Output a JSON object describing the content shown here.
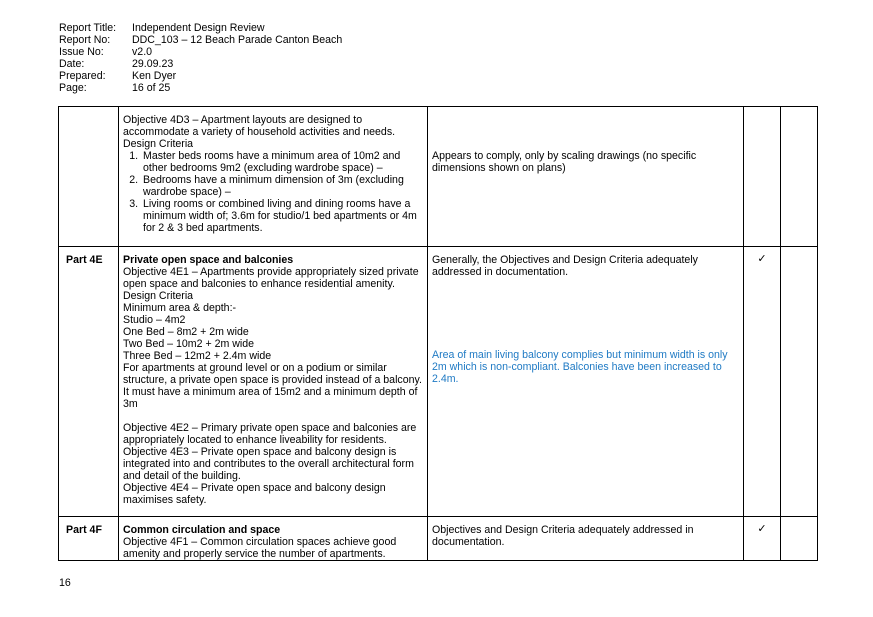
{
  "header": {
    "fields": [
      {
        "label": "Report Title:",
        "value": "Independent Design Review"
      },
      {
        "label": "Report No:",
        "value": "DDC_103 – 12 Beach Parade Canton Beach"
      },
      {
        "label": "Issue No:",
        "value": "v2.0"
      },
      {
        "label": "Date:",
        "value": "29.09.23"
      },
      {
        "label": "Prepared:",
        "value": "Ken Dyer"
      },
      {
        "label": "Page:",
        "value": "16 of 25"
      }
    ]
  },
  "rows": {
    "r1": {
      "part": "",
      "objective": "Objective 4D3 – Apartment layouts are designed to accommodate a variety of household activities and needs.",
      "criteria_heading": "Design Criteria",
      "criteria": [
        "Master beds rooms have a minimum area of 10m2 and other bedrooms 9m2 (excluding wardrobe space) –",
        "Bedrooms have a minimum dimension of 3m (excluding wardrobe space) –",
        "Living rooms or combined living and dining rooms have a minimum width of; 3.6m for studio/1 bed apartments or 4m for 2 & 3 bed apartments."
      ],
      "comment": "Appears to comply, only by scaling drawings (no specific dimensions shown on plans)",
      "tick": ""
    },
    "r2": {
      "part": "Part 4E",
      "title": "Private open space and balconies",
      "objective1": "Objective 4E1 – Apartments provide appropriately sized private open space and balconies to enhance residential amenity.",
      "criteria_heading": "Design Criteria",
      "min_area": "Minimum area & depth:-",
      "studio": "Studio – 4m2",
      "one_bed": "One Bed – 8m2 + 2m wide",
      "two_bed": "Two Bed – 10m2 + 2m wide",
      "three_bed": "Three Bed – 12m2 + 2.4m wide",
      "ground": "For apartments at ground level or on a podium or similar structure, a private open space is provided instead of a balcony. It must have a minimum area of 15m2 and a minimum depth of 3m",
      "objective2": "Objective 4E2 – Primary private open space and balconies are appropriately located to enhance liveability for residents.",
      "objective3": "Objective 4E3 – Private open space and balcony design is integrated into and contributes to the overall architectural form and detail of the building.",
      "objective4": "Objective 4E4 – Private open space and balcony design maximises safety.",
      "comment": "Generally, the Objectives and Design Criteria adequately addressed in documentation.",
      "comment_blue": "Area of main living balcony complies but minimum width is only 2m which is non-compliant. Balconies have been increased to 2.4m.",
      "tick": "✓"
    },
    "r3": {
      "part": "Part 4F",
      "title": "Common circulation and space",
      "objective1": "Objective 4F1 – Common circulation spaces achieve good amenity and properly service the number of apartments.",
      "comment": "Objectives and Design Criteria adequately addressed in documentation.",
      "tick": "✓"
    }
  },
  "footer": {
    "page_number": "16"
  },
  "colors": {
    "comment_blue": "#1f7ac4",
    "border": "#000000"
  }
}
